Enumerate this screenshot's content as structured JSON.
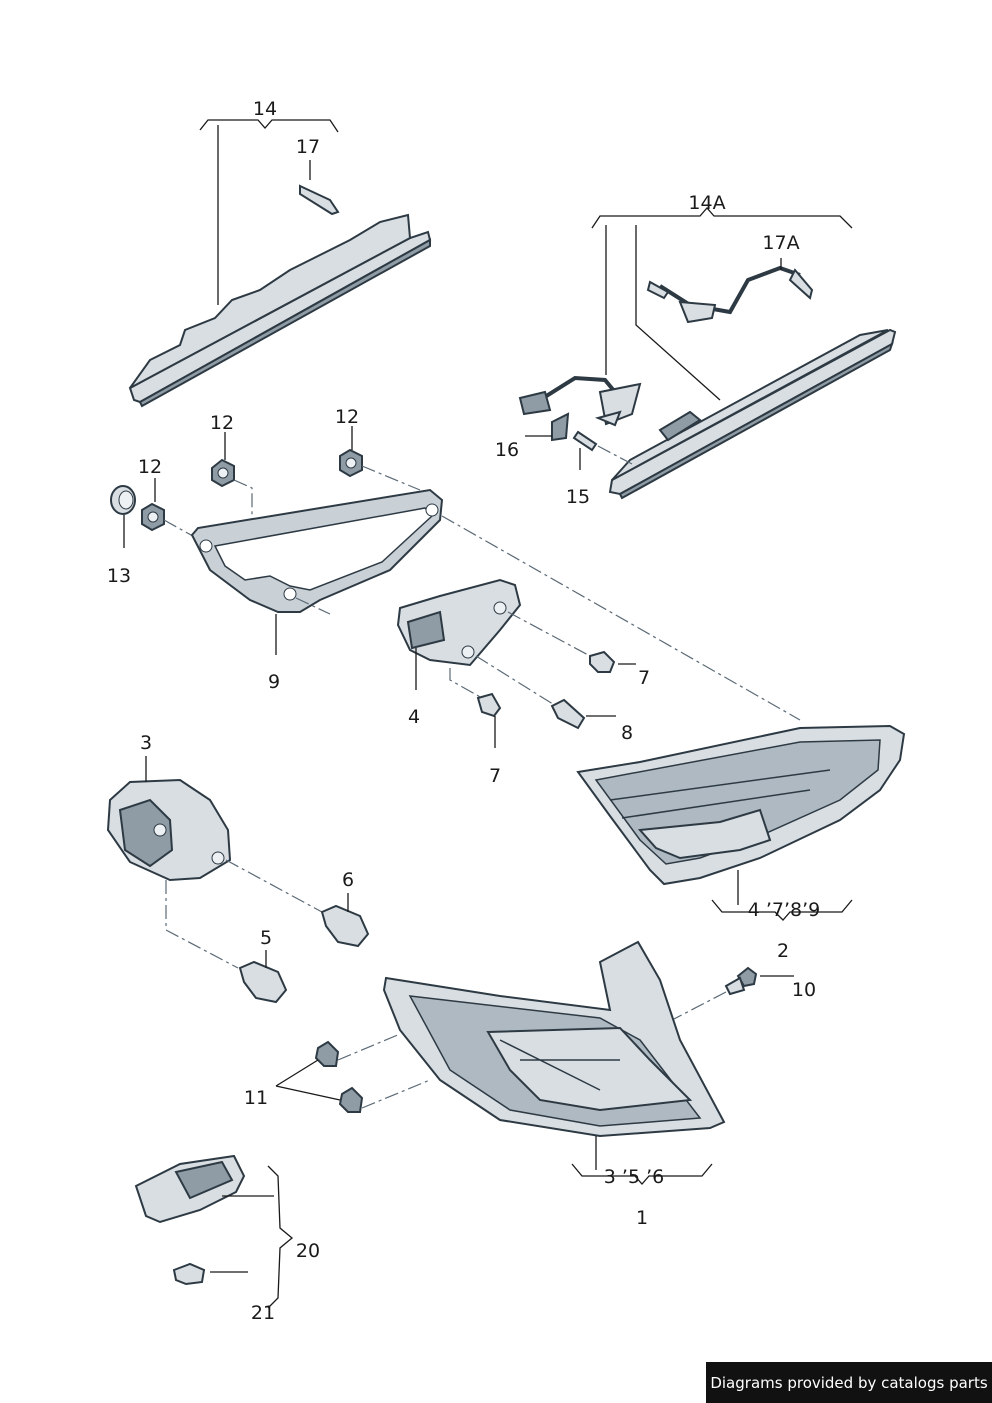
{
  "diagram": {
    "credit": "Diagrams provided by catalogs parts",
    "callouts": [
      {
        "id": "c14",
        "text": "14"
      },
      {
        "id": "c17",
        "text": "17"
      },
      {
        "id": "c14a",
        "text": "14A"
      },
      {
        "id": "c17a",
        "text": "17A"
      },
      {
        "id": "c16",
        "text": "16"
      },
      {
        "id": "c15",
        "text": "15"
      },
      {
        "id": "c12a",
        "text": "12"
      },
      {
        "id": "c12b",
        "text": "12"
      },
      {
        "id": "c12c",
        "text": "12"
      },
      {
        "id": "c13",
        "text": "13"
      },
      {
        "id": "c9",
        "text": "9"
      },
      {
        "id": "c4",
        "text": "4"
      },
      {
        "id": "c7a",
        "text": "7"
      },
      {
        "id": "c8",
        "text": "8"
      },
      {
        "id": "c7b",
        "text": "7"
      },
      {
        "id": "c3",
        "text": "3"
      },
      {
        "id": "c6",
        "text": "6"
      },
      {
        "id": "c5",
        "text": "5"
      },
      {
        "id": "c4789",
        "text": "4 ’7’8’9"
      },
      {
        "id": "c2",
        "text": "2"
      },
      {
        "id": "c10",
        "text": "10"
      },
      {
        "id": "c11",
        "text": "11"
      },
      {
        "id": "c356",
        "text": "3 ’5 ’6"
      },
      {
        "id": "c1",
        "text": "1"
      },
      {
        "id": "c20",
        "text": "20"
      },
      {
        "id": "c21",
        "text": "21"
      }
    ]
  }
}
